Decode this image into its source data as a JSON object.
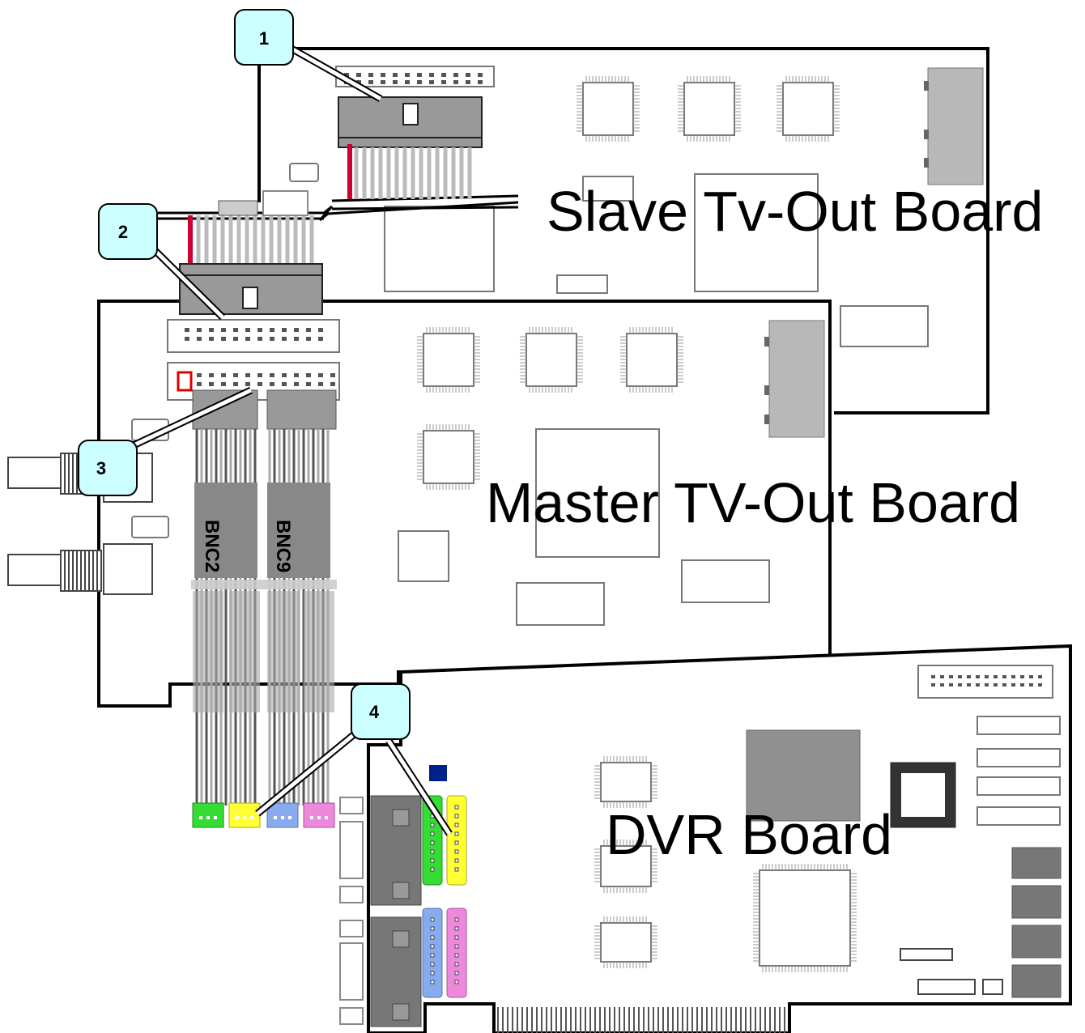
{
  "boards": {
    "slave": {
      "title": "Slave Tv-Out Board"
    },
    "master": {
      "title": "Master TV-Out Board"
    },
    "dvr": {
      "title": "DVR Board"
    }
  },
  "callouts": [
    "1",
    "2",
    "3",
    "4"
  ],
  "bnc_labels": [
    "BNC2",
    "BNC9"
  ],
  "colors": {
    "callout_fill": "#ccffff",
    "board_outline": "#000000",
    "chip_outline": "#777777",
    "cable_gray": "#b0b0b0",
    "cable_dark": "#555555",
    "ribbon_red": "#cc0033",
    "marker_red": "#dd0000",
    "connector_green": "#33dd33",
    "connector_yellow": "#ffff33",
    "connector_blue": "#88aaee",
    "connector_pink": "#ee88dd"
  }
}
